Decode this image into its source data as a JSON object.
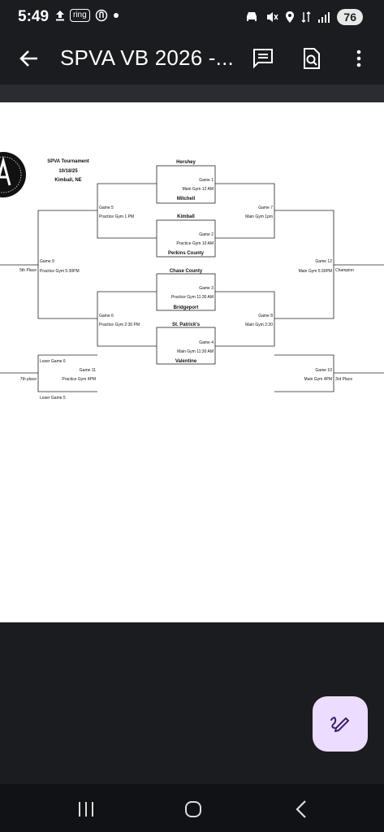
{
  "status_bar": {
    "time": "5:49",
    "ring_label": "ring",
    "battery": "76"
  },
  "app_bar": {
    "title": "SPVA VB 2026 -..."
  },
  "bracket": {
    "header": {
      "title": "SPVA Tournament",
      "date": "10/18/25",
      "location": "Kimball, NE"
    },
    "teams": [
      "Hershey",
      "Mitchell",
      "Kimball",
      "Perkins County",
      "Chase County",
      "Bridgeport",
      "St. Patrick's",
      "Valentine"
    ],
    "games": {
      "g1": {
        "name": "Game 1",
        "venue": "Main Gym 12 AM"
      },
      "g2": {
        "name": "Game 2",
        "venue": "Practice Gym 10 AM"
      },
      "g3": {
        "name": "Game 3",
        "venue": "Practice Gym 11:30 AM"
      },
      "g4": {
        "name": "Game 4",
        "venue": "Main Gym 11:30 AM"
      },
      "g5": {
        "name": "Game 5",
        "venue": "Practice Gym 1 PM"
      },
      "g6": {
        "name": "Game 6",
        "venue": "Practice Gym 2:30 PM"
      },
      "g7": {
        "name": "Game 7",
        "venue": "Main Gym 1pm"
      },
      "g8": {
        "name": "Game 8",
        "venue": "Main Gym 2:30"
      },
      "g9": {
        "name": "Game 9",
        "venue": "Practice Gym 5:30PM"
      },
      "g10": {
        "name": "Game 10",
        "venue": "Main Gym 4PM"
      },
      "g11": {
        "name": "Game 11",
        "venue": "Practice Gym 4PM"
      },
      "g12": {
        "name": "Game 12",
        "venue": "Main Gym 5:30PM"
      }
    },
    "places": {
      "fifth": "5th Place",
      "champion": "Champion",
      "seventh": "7th place",
      "third": "3rd Place"
    },
    "losers": {
      "g6": "Loser Game 6",
      "g5": "Loser Game 5"
    }
  }
}
